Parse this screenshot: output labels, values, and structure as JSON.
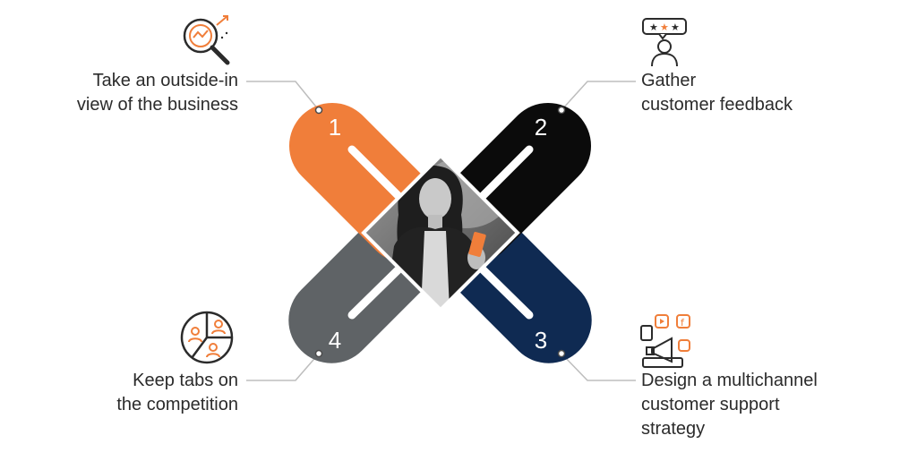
{
  "steps": [
    {
      "number": "1",
      "lines": [
        "Take an outside-in",
        "view of the business"
      ],
      "color": "#F07E3A",
      "icon": "magnifier-analysis-icon"
    },
    {
      "number": "2",
      "lines": [
        "Gather",
        "customer feedback"
      ],
      "color": "#0B0B0B",
      "icon": "customer-rating-icon"
    },
    {
      "number": "3",
      "lines": [
        "Design a multichannel",
        "customer support",
        "strategy"
      ],
      "color": "#0F2A52",
      "icon": "megaphone-channels-icon"
    },
    {
      "number": "4",
      "lines": [
        "Keep tabs on",
        "the competition"
      ],
      "color": "#5F6366",
      "icon": "competitors-pie-icon"
    }
  ],
  "colors": {
    "accent": "#F07E3A",
    "connector": "#BDBDBD",
    "text": "#2B2B2B"
  }
}
